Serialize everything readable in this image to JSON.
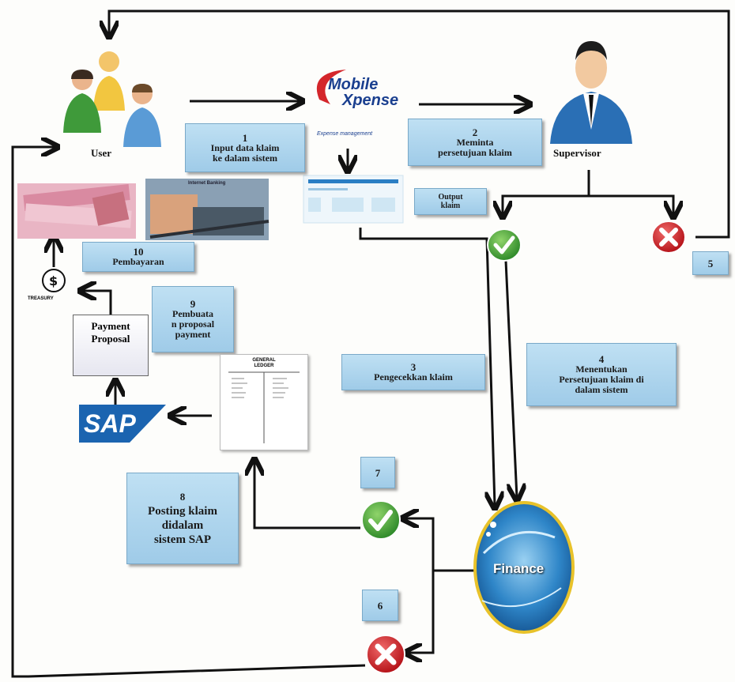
{
  "nodes": {
    "user": "User",
    "supervisor": "Supervisor",
    "mobile_xpense": {
      "line1": "Mobile",
      "line2": "Xpense",
      "tagline": "Expense management"
    },
    "sap": "SAP",
    "payment_proposal": [
      "Payment",
      "Proposal"
    ],
    "general_ledger": [
      "GENERAL",
      "LEDGER"
    ],
    "finance": "Finance",
    "treasury": "TREASURY",
    "internet_banking": "Internet Banking"
  },
  "steps": {
    "s1": {
      "num": "1",
      "lines": [
        "Input data klaim",
        "ke dalam sistem"
      ]
    },
    "s2": {
      "num": "2",
      "lines": [
        "Meminta",
        "persetujuan klaim"
      ]
    },
    "s3": {
      "num": "3",
      "lines": [
        "Pengecekkan klaim"
      ]
    },
    "s4": {
      "num": "4",
      "lines": [
        "Menentukan",
        "Persetujuan klaim di",
        "dalam sistem"
      ]
    },
    "s5": {
      "num": "5"
    },
    "s6": {
      "num": "6"
    },
    "s7": {
      "num": "7"
    },
    "s8": {
      "num": "8",
      "lines": [
        "Posting klaim",
        "didalam",
        "sistem SAP"
      ]
    },
    "s9": {
      "num": "9",
      "lines": [
        "Pembuata",
        "n proposal",
        "payment"
      ]
    },
    "s10": {
      "num": "10",
      "lines": [
        "Pembayaran"
      ]
    },
    "output": [
      "Output",
      "klaim"
    ]
  },
  "colors": {
    "box_fill": "#a9d3ec",
    "approve_green": "#3ea23a",
    "reject_red": "#d2232a",
    "sap_blue": "#1b64b0",
    "finance_ring": "#e8c22a",
    "supervisor_suit": "#2a6fb5"
  }
}
